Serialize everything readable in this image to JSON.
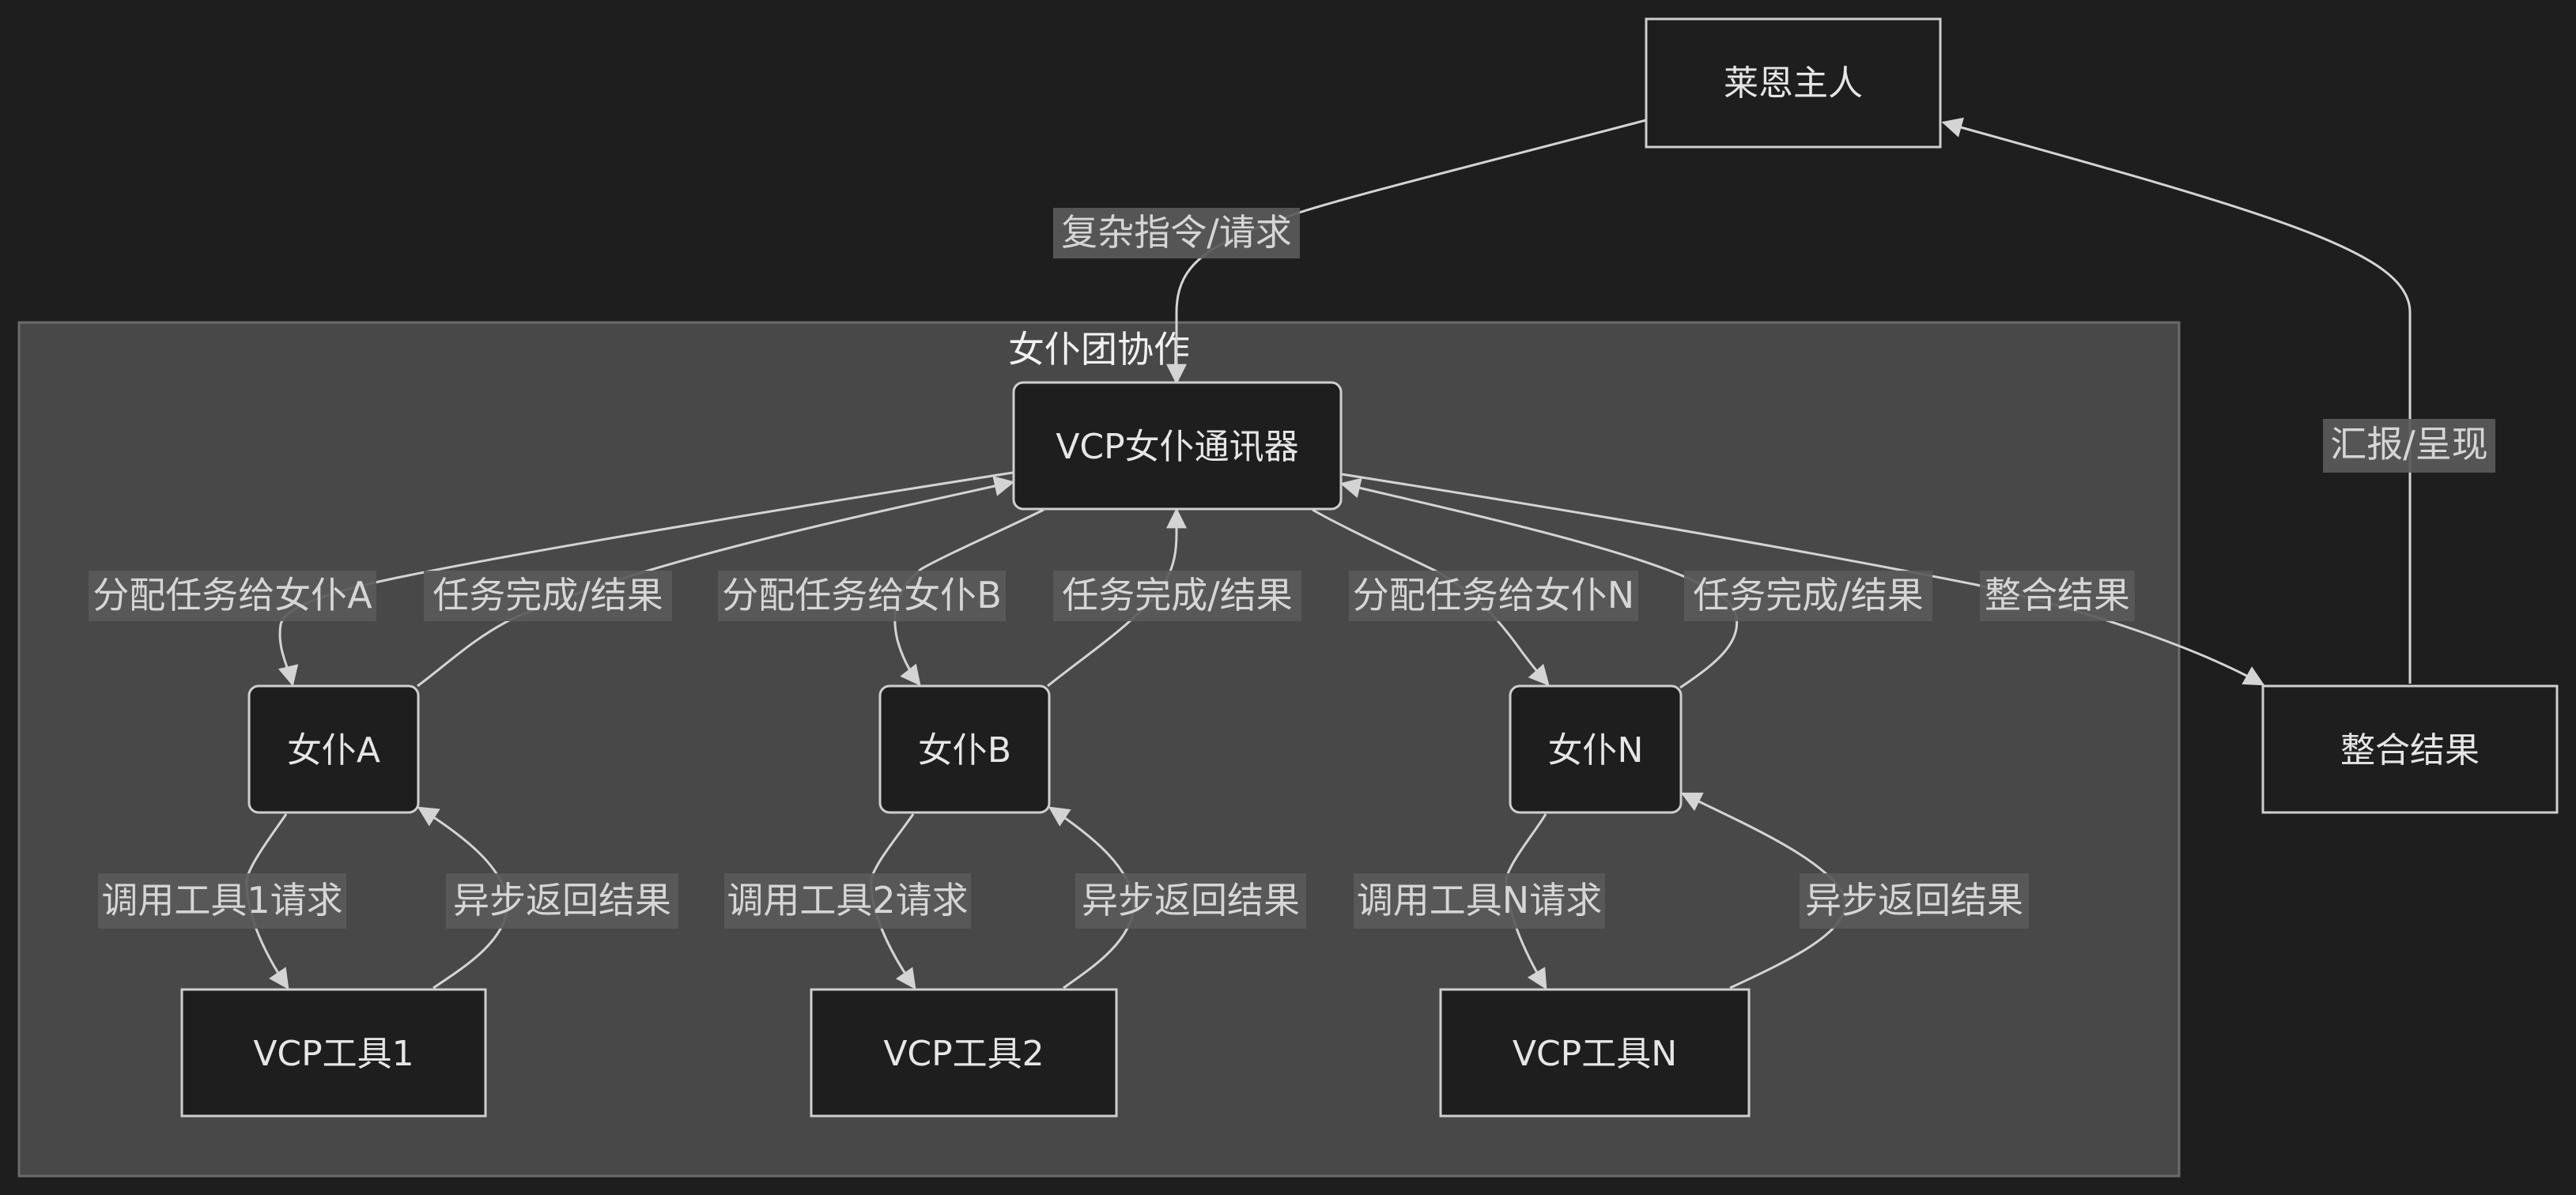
{
  "colors": {
    "background": "#1e1e1e",
    "cluster_fill": "#474847",
    "node_fill": "#1e1e1e",
    "node_stroke": "#cfcfcf",
    "edge": "#d4d4d4",
    "label_bg": "#5a5a5a",
    "text": "#e6e6e6"
  },
  "cluster": {
    "title": "女仆团协作"
  },
  "nodes": {
    "master": "莱恩主人",
    "hub": "VCP女仆通讯器",
    "maid_a": "女仆A",
    "maid_b": "女仆B",
    "maid_n": "女仆N",
    "tool_1": "VCP工具1",
    "tool_2": "VCP工具2",
    "tool_n": "VCP工具N",
    "result": "整合结果"
  },
  "edges": {
    "master_to_hub": "复杂指令/请求",
    "hub_to_maid_a": "分配任务给女仆A",
    "maid_a_to_hub": "任务完成/结果",
    "hub_to_maid_b": "分配任务给女仆B",
    "maid_b_to_hub": "任务完成/结果",
    "hub_to_maid_n": "分配任务给女仆N",
    "maid_n_to_hub": "任务完成/结果",
    "hub_to_result": "整合结果",
    "result_to_master": "汇报/呈现",
    "maid_a_to_tool_1": "调用工具1请求",
    "tool_1_to_maid_a": "异步返回结果",
    "maid_b_to_tool_2": "调用工具2请求",
    "tool_2_to_maid_b": "异步返回结果",
    "maid_n_to_tool_n": "调用工具N请求",
    "tool_n_to_maid_n": "异步返回结果"
  }
}
